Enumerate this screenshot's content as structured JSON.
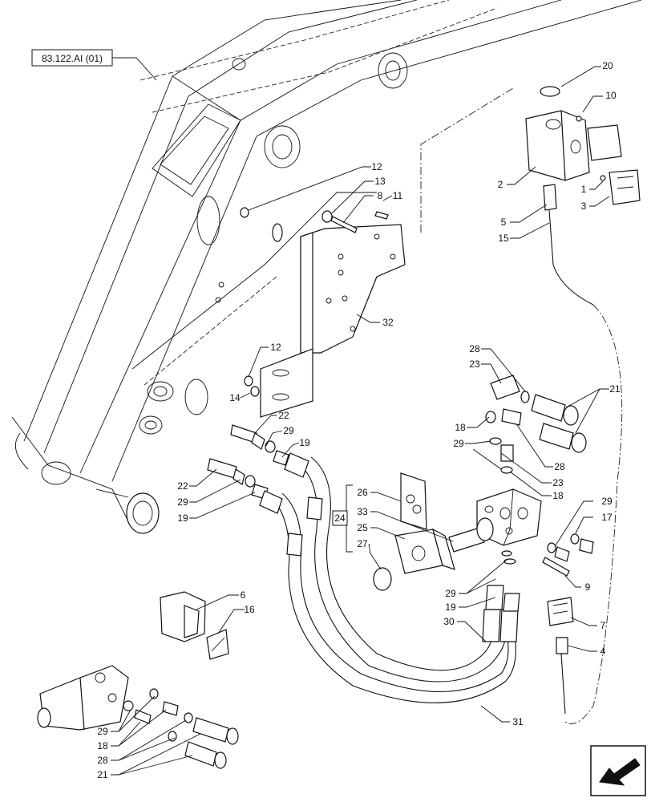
{
  "reference": {
    "label": "83.122.AI (01)"
  },
  "callouts": {
    "c20": "20",
    "c10": "10",
    "c2": "2",
    "c1": "1",
    "c3": "3",
    "c5": "5",
    "c15": "15",
    "c12a": "12",
    "c13": "13",
    "c8": "8",
    "c11": "11",
    "c32": "32",
    "c12b": "12",
    "c14": "14",
    "c22a": "22",
    "c29a": "29",
    "c19a": "19",
    "c22b": "22",
    "c29b": "29",
    "c19b": "19",
    "c28a": "28",
    "c23a": "23",
    "c21a": "21",
    "c18a": "18",
    "c29c": "29",
    "c28b": "28",
    "c23b": "23",
    "c18b": "18",
    "c26": "26",
    "c24": "24",
    "c33": "33",
    "c25": "25",
    "c27": "27",
    "c29d": "29",
    "c17": "17",
    "c9": "9",
    "c29e": "29",
    "c19c": "19",
    "c30": "30",
    "c6": "6",
    "c16": "16",
    "c7": "7",
    "c4": "4",
    "c31": "31",
    "c29f": "29",
    "c18c": "18",
    "c28c": "28",
    "c21b": "21"
  },
  "nav": {
    "icon": "next-page-arrow-icon"
  }
}
